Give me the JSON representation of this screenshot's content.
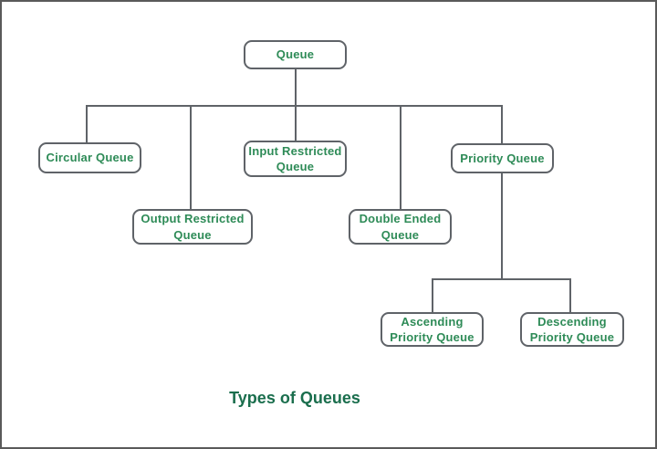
{
  "title": "Types of Queues",
  "colors": {
    "node_text": "#2e8b57",
    "title_text": "#1a6e4d",
    "line": "#5f6368",
    "border": "#5f6368",
    "background": "#ffffff",
    "frame_border": "#5a5a5a"
  },
  "nodes": {
    "queue": {
      "label": "Queue",
      "lines": [
        "Queue"
      ]
    },
    "circular": {
      "label": "Circular Queue",
      "lines": [
        "Circular Queue"
      ]
    },
    "input": {
      "label": "Input Restricted Queue",
      "lines": [
        "Input Restricted",
        "Queue"
      ]
    },
    "priority": {
      "label": "Priority Queue",
      "lines": [
        "Priority Queue"
      ]
    },
    "output": {
      "label": "Output Restricted Queue",
      "lines": [
        "Output Restricted",
        "Queue"
      ]
    },
    "double": {
      "label": "Double Ended Queue",
      "lines": [
        "Double Ended",
        "Queue"
      ]
    },
    "ascending": {
      "label": "Ascending Priority Queue",
      "lines": [
        "Ascending",
        "Priority Queue"
      ]
    },
    "descending": {
      "label": "Descending Priority Queue",
      "lines": [
        "Descending",
        "Priority Queue"
      ]
    }
  },
  "hierarchy": {
    "root": "Queue",
    "children_of_root": [
      "Circular Queue",
      "Output Restricted Queue",
      "Input Restricted Queue",
      "Double Ended Queue",
      "Priority Queue"
    ],
    "children_of_priority_queue": [
      "Ascending Priority Queue",
      "Descending Priority Queue"
    ]
  }
}
